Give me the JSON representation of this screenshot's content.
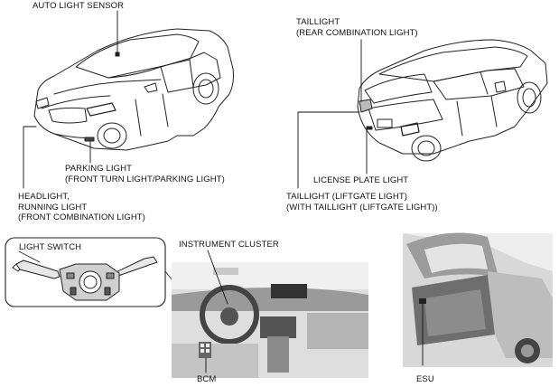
{
  "labels": {
    "auto_light_sensor": "AUTO LIGHT SENSOR",
    "taillight_rear": [
      "TAILLIGHT",
      "(REAR COMBINATION LIGHT)"
    ],
    "parking_light": [
      "PARKING LIGHT",
      "(FRONT TURN LIGHT/PARKING LIGHT)"
    ],
    "license_plate_light": "LICENSE PLATE LIGHT",
    "headlight": [
      "HEADLIGHT,",
      "RUNNING LIGHT",
      "(FRONT COMBINATION LIGHT)"
    ],
    "taillight_liftgate": [
      "TAILLIGHT (LIFTGATE LIGHT)",
      "(WITH TAILLIGHT (LIFTGATE LIGHT))"
    ],
    "light_switch": "LIGHT SWITCH",
    "instrument_cluster": "INSTRUMENT CLUSTER",
    "bcm": "BCM",
    "esu": "ESU"
  }
}
